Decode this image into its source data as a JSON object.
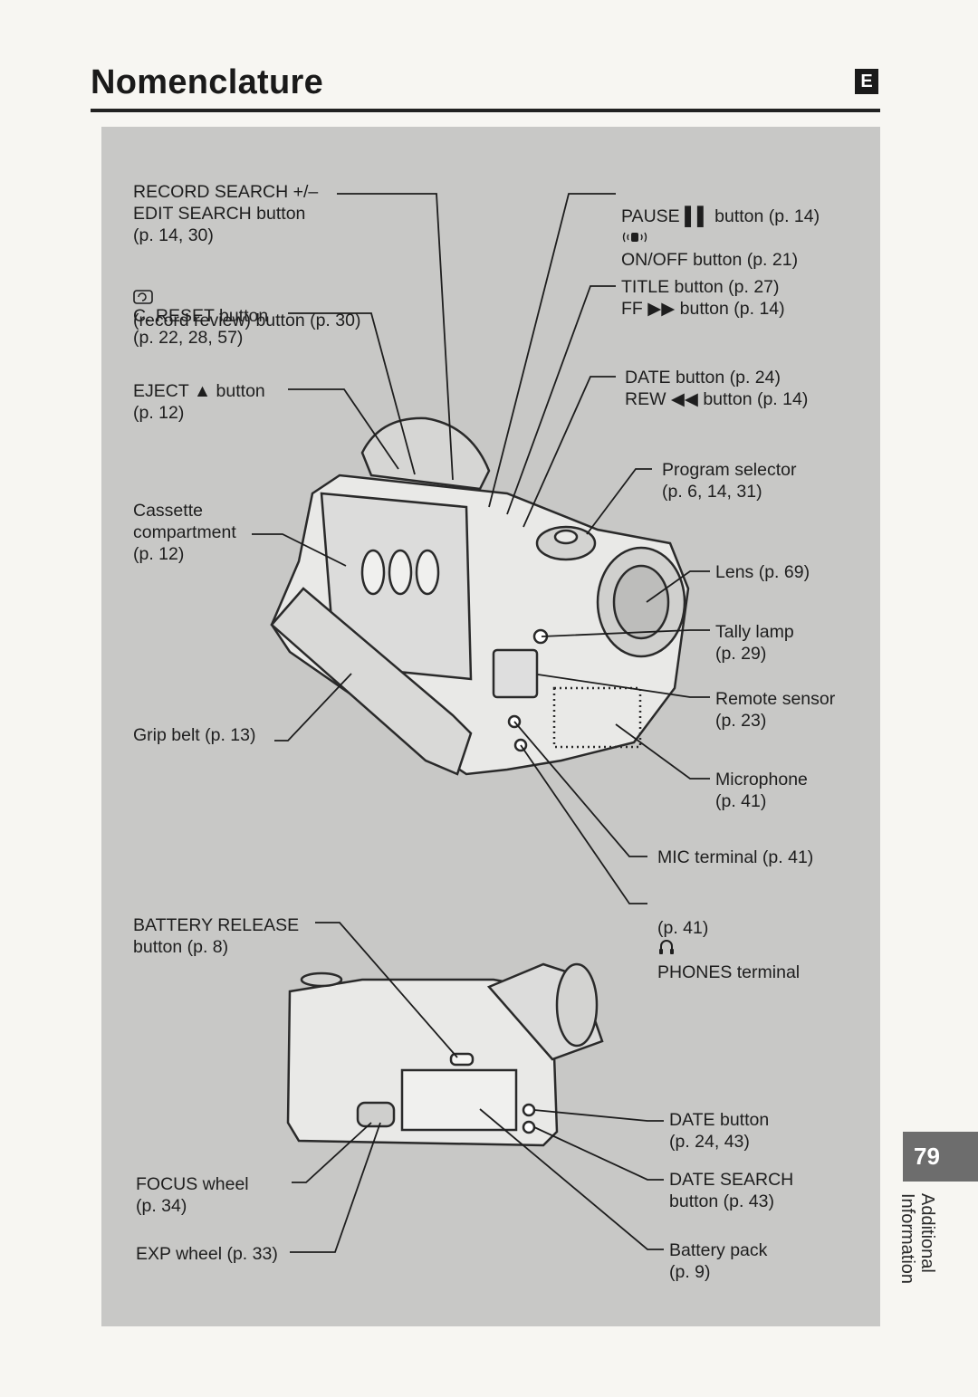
{
  "header": {
    "title": "Nomenclature",
    "language_badge": "E"
  },
  "side_tab": {
    "page_number": "79",
    "section_line1": "Additional",
    "section_line2": "Information"
  },
  "callouts_left": {
    "record_search": "RECORD SEARCH +/–\nEDIT SEARCH button\n(p. 14, 30)",
    "record_review": "(record review) button (p. 30)",
    "c_reset": "C. RESET button\n(p. 22, 28, 57)",
    "eject": "EJECT ▲ button\n(p. 12)",
    "cassette": "Cassette\ncompartment\n(p. 12)",
    "grip_belt": "Grip belt (p. 13)",
    "battery_release": "BATTERY RELEASE\nbutton (p. 8)",
    "focus_wheel": "FOCUS wheel\n(p. 34)",
    "exp_wheel": "EXP wheel (p. 33)"
  },
  "callouts_right": {
    "onoff": "ON/OFF button (p. 21)",
    "pause": "PAUSE ▌▌ button (p. 14)",
    "title_btn": "TITLE button (p. 27)\nFF ▶▶ button (p. 14)",
    "date_btn": "DATE button (p. 24)\nREW ◀◀ button (p. 14)",
    "program_selector": "Program selector\n(p. 6, 14, 31)",
    "lens": "Lens (p. 69)",
    "tally": "Tally lamp\n(p. 29)",
    "remote": "Remote sensor\n(p. 23)",
    "microphone": "Microphone\n(p. 41)",
    "mic_terminal": "MIC terminal (p. 41)",
    "phones": "PHONES terminal",
    "phones_page": "(p. 41)",
    "date_button2": "DATE button\n(p. 24, 43)",
    "date_search": "DATE SEARCH\nbutton (p. 43)",
    "battery_pack": "Battery pack\n(p. 9)"
  },
  "icons": [
    "record-review-icon",
    "onoff-icon",
    "headphones-icon",
    "camcorder-front-illustration",
    "camcorder-side-illustration"
  ]
}
